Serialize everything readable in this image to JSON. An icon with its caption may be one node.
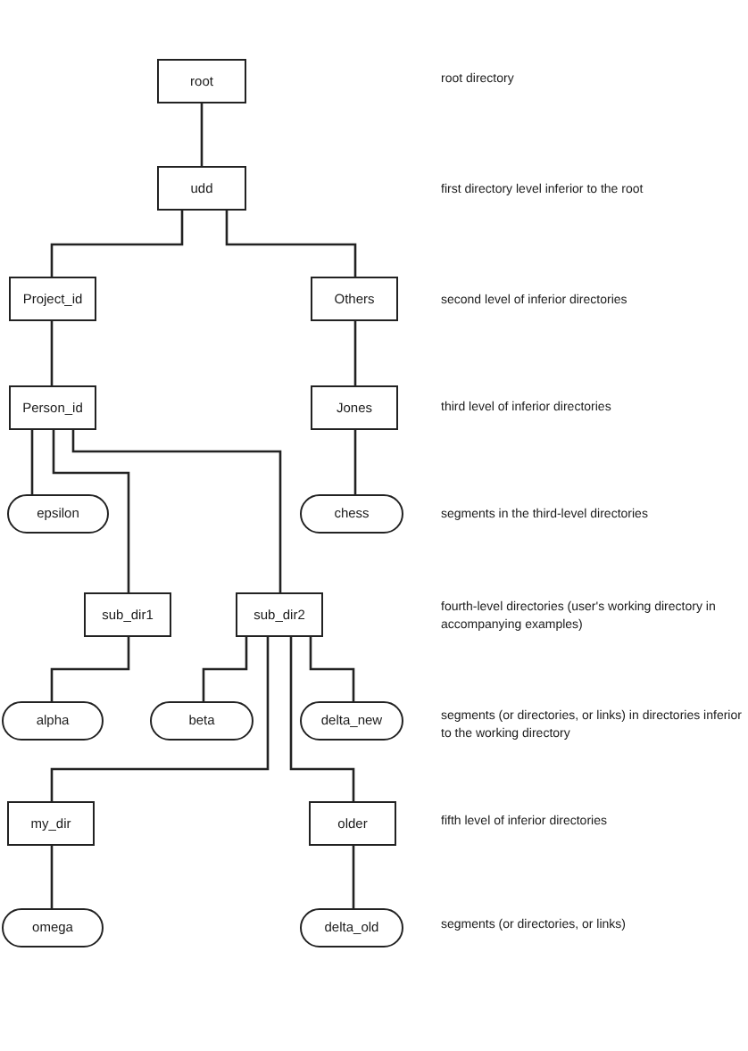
{
  "diagram": {
    "nodes": [
      {
        "text": [
          "root"
        ]
      },
      {
        "text": [
          "udd"
        ]
      },
      {
        "text": [
          "Project_id"
        ]
      },
      {
        "text": [
          "Others"
        ]
      },
      {
        "text": [
          "Person_id"
        ]
      },
      {
        "text": [
          "Jones"
        ]
      },
      {
        "text": [
          "epsilon"
        ]
      },
      {
        "text": [
          "chess"
        ]
      },
      {
        "text": [
          "sub_dir1"
        ]
      },
      {
        "text": [
          "sub_dir2"
        ]
      },
      {
        "text": [
          "alpha"
        ]
      },
      {
        "text": [
          "beta"
        ]
      },
      {
        "text": [
          "delta_new"
        ]
      },
      {
        "text": [
          "my_dir"
        ]
      },
      {
        "text": [
          "older"
        ]
      },
      {
        "text": [
          "omega"
        ]
      },
      {
        "text": [
          "delta_old"
        ]
      }
    ],
    "edges": [
      {
        "from": 0,
        "to": 1,
        "arrow": "none"
      },
      {
        "from": 1,
        "to": 2,
        "arrow": "none"
      },
      {
        "from": 1,
        "to": 3,
        "arrow": "none"
      },
      {
        "from": 2,
        "to": 4,
        "arrow": "none"
      },
      {
        "from": 3,
        "to": 5,
        "arrow": "none"
      },
      {
        "from": 4,
        "to": 6,
        "arrow": "none"
      },
      {
        "from": 4,
        "to": 8,
        "arrow": "none"
      },
      {
        "from": 4,
        "to": 9,
        "arrow": "none"
      },
      {
        "from": 5,
        "to": 7,
        "arrow": "none"
      },
      {
        "from": 8,
        "to": 10,
        "arrow": "none"
      },
      {
        "from": 9,
        "to": 11,
        "arrow": "none"
      },
      {
        "from": 9,
        "to": 13,
        "arrow": "none"
      },
      {
        "from": 9,
        "to": 14,
        "arrow": "none"
      },
      {
        "from": 9,
        "to": 12,
        "arrow": "none"
      },
      {
        "from": 13,
        "to": 15,
        "arrow": "none"
      },
      {
        "from": 14,
        "to": 16,
        "arrow": "none"
      }
    ],
    "labels": [
      "root directory",
      "first directory level inferior to the root",
      "second level of inferior directories",
      "third level of inferior directories",
      "segments in the third-level directories",
      "fourth-level directories (user's working directory in accompanying examples)",
      "segments (or directories, or links) in directories inferior to the working directory",
      "fifth level of inferior directories",
      "segments (or directories, or links)"
    ]
  }
}
